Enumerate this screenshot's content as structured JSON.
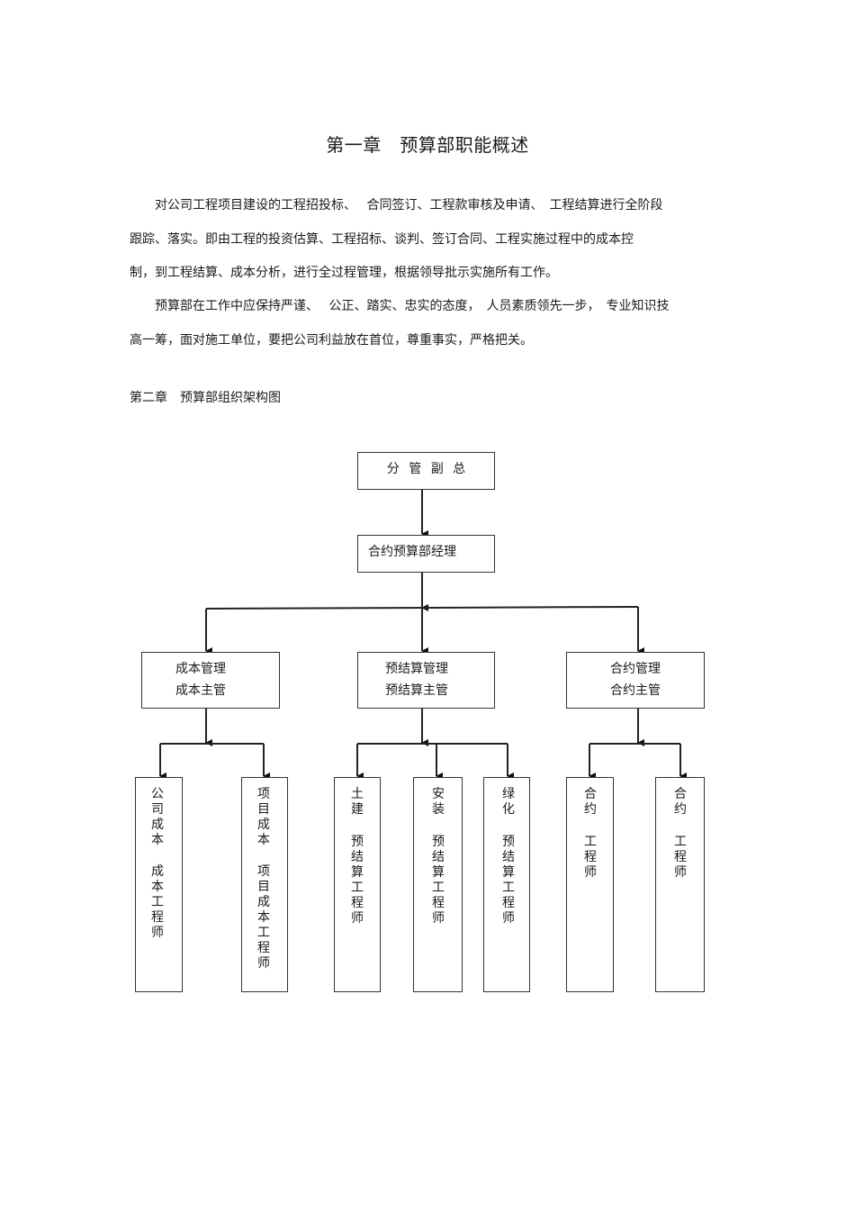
{
  "document": {
    "chapter1_title": "第一章　预算部职能概述",
    "paragraph1_lines": [
      "　　对公司工程项目建设的工程招投标、　 合同签订、工程款审核及申请、　工程结算进行全阶段",
      "跟踪、落实。即由工程的投资估算、工程招标、谈判、签订合同、工程实施过程中的成本控",
      "制，到工程结算、成本分析，进行全过程管理，根据领导批示实施所有工作。"
    ],
    "paragraph2_lines": [
      "　　预算部在工作中应保持严谨、　 公正、踏实、忠实的态度，　人员素质领先一步，　专业知识技",
      "高一筹，面对施工单位，要把公司利益放在首位，尊重事实，严格把关。"
    ],
    "chapter2_title": "第二章　预算部组织架构图"
  },
  "org_chart": {
    "top": {
      "label": "分 管 副 总"
    },
    "manager": {
      "label": "合约预算部经理"
    },
    "departments": [
      {
        "line1": "成本管理",
        "line2": "成本主管",
        "staff": [
          {
            "col1": "公司成本",
            "col2": "成本工程师"
          },
          {
            "col1": "项目成本",
            "col2": "项目成本工程师"
          }
        ]
      },
      {
        "line1": "预结算管理",
        "line2": "预结算主管",
        "staff": [
          {
            "col1": "土建",
            "col2": "预结算工程师"
          },
          {
            "col1": "安装",
            "col2": "预结算工程师"
          },
          {
            "col1": "绿化",
            "col2": "预结算工程师"
          }
        ]
      },
      {
        "line1": "合约管理",
        "line2": "合约主管",
        "staff": [
          {
            "col1": "合约",
            "col2": "工程师"
          },
          {
            "col1": "合约",
            "col2": "工程师"
          }
        ]
      }
    ]
  },
  "colors": {
    "line": "#222222",
    "text": "#1a1a1a",
    "background": "#ffffff"
  }
}
